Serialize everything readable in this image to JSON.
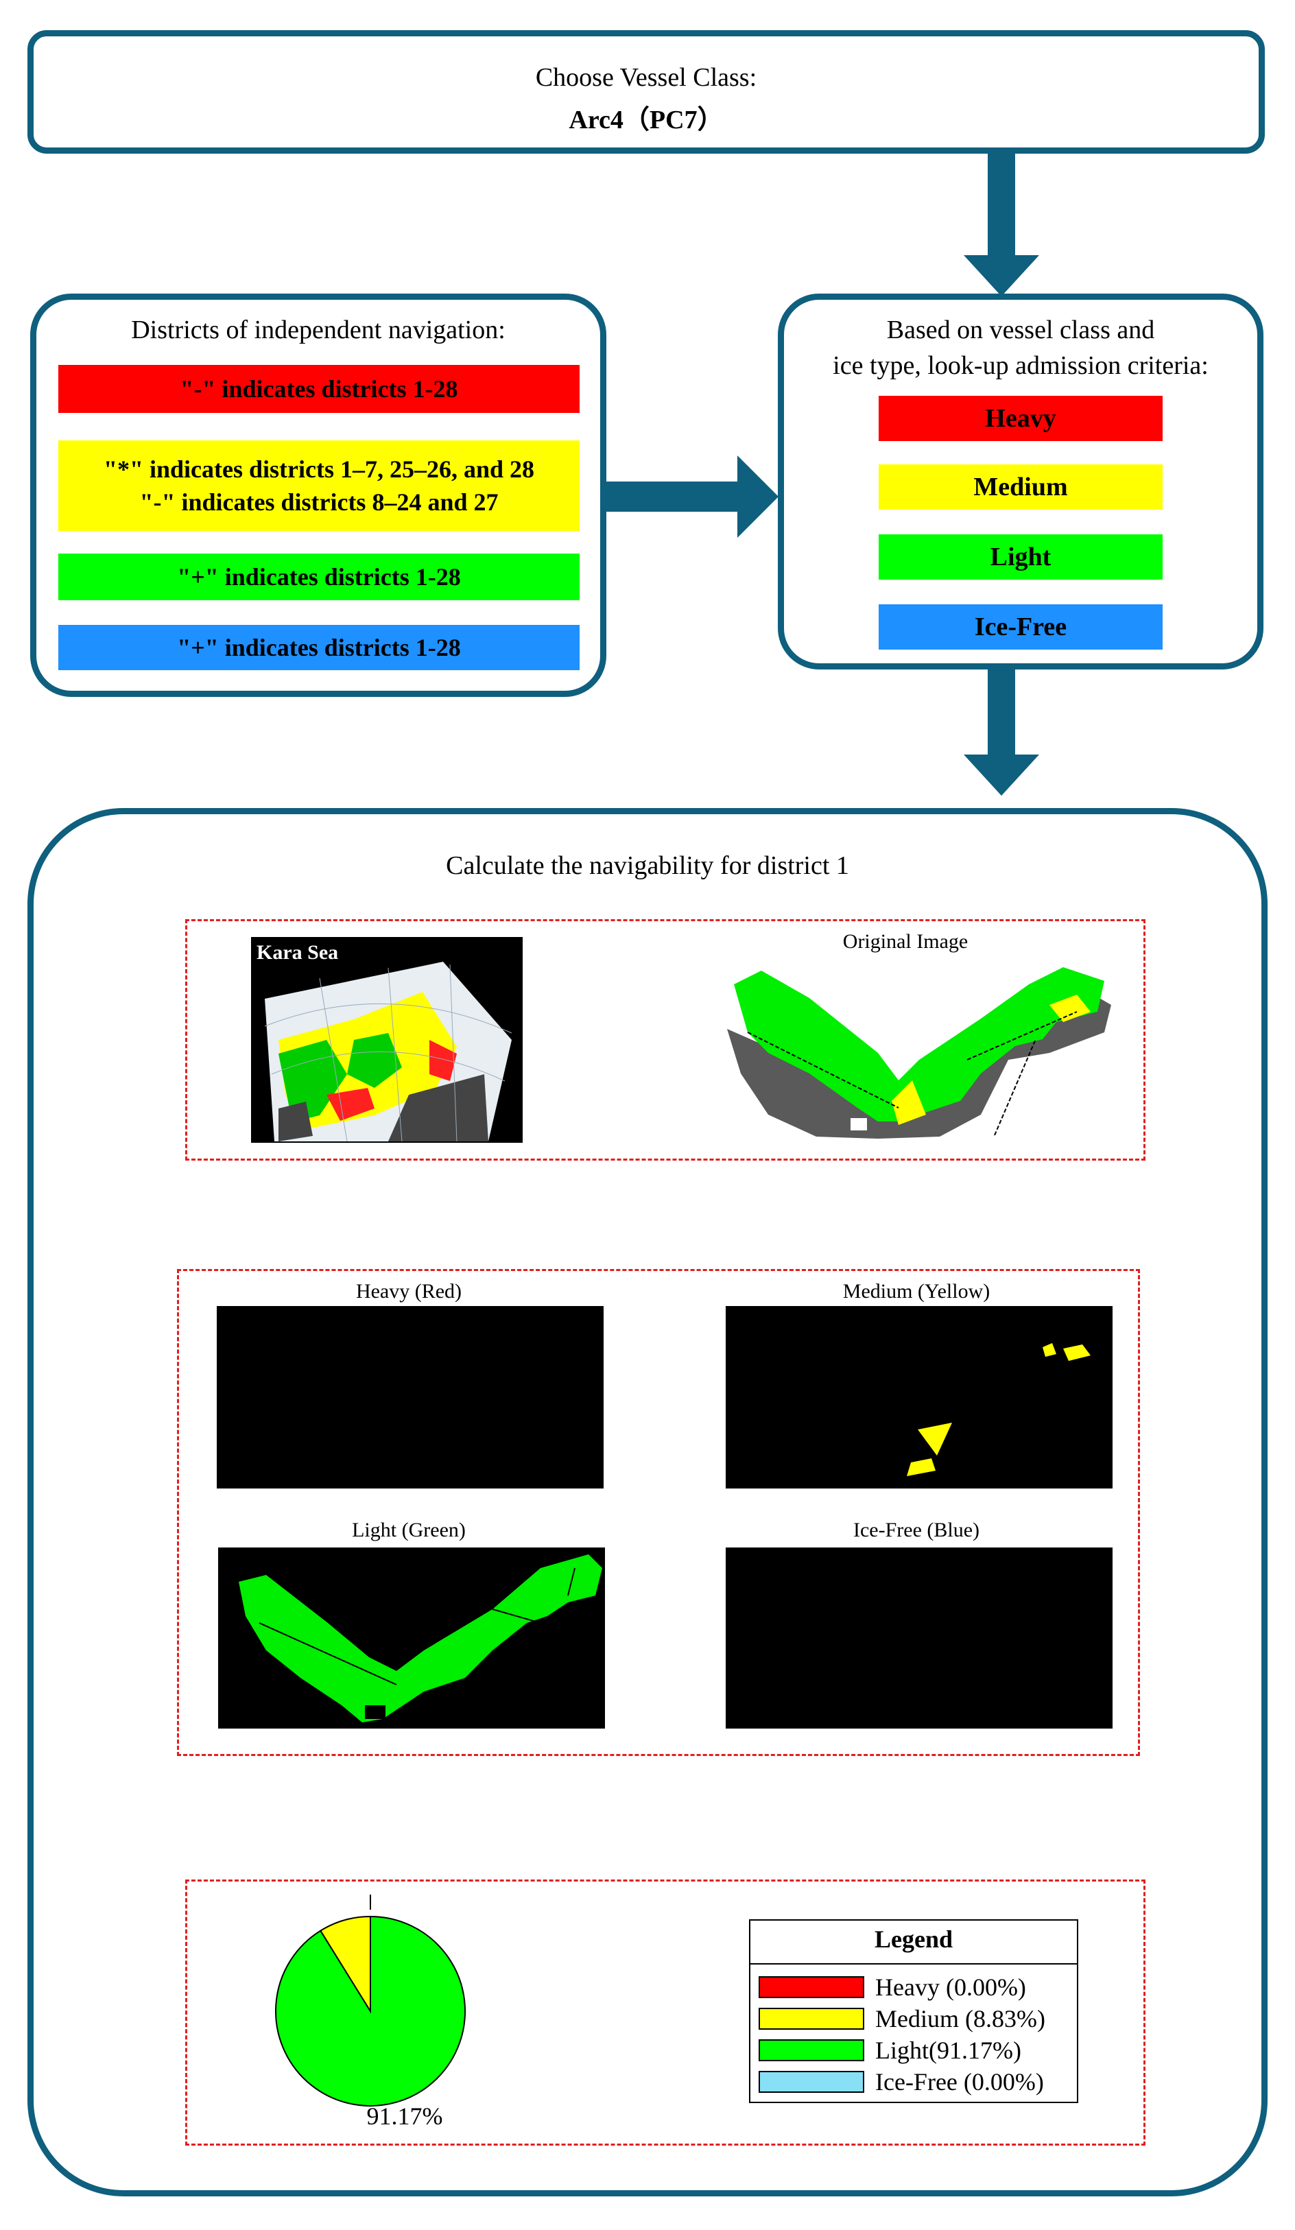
{
  "vessel_box": {
    "line1": "Choose Vessel Class:",
    "line2": "Arc4（PC7）"
  },
  "districts_box": {
    "title": "Districts of independent navigation:",
    "rows": [
      {
        "text": "\"-\" indicates districts 1-28",
        "color": "#ff0000"
      },
      {
        "text": "\"*\" indicates districts 1–7, 25–26, and 28",
        "text2": "\"-\" indicates districts 8–24 and 27",
        "color": "#ffff00"
      },
      {
        "text": "\"+\" indicates districts 1-28",
        "color": "#00ff00"
      },
      {
        "text": "\"+\" indicates districts 1-28",
        "color": "#1e90ff"
      }
    ]
  },
  "criteria_box": {
    "line1": "Based on vessel class and",
    "line2": "ice type, look-up admission criteria:",
    "items": [
      {
        "label": "Heavy",
        "color": "#ff0000"
      },
      {
        "label": "Medium",
        "color": "#ffff00"
      },
      {
        "label": "Light",
        "color": "#00ff00"
      },
      {
        "label": "Ice-Free",
        "color": "#1e90ff"
      }
    ]
  },
  "calc_box": {
    "title": "Calculate the navigability for district 1",
    "kara_label": "Kara Sea",
    "original_label": "Original Image",
    "panels": [
      "Heavy (Red)",
      "Medium (Yellow)",
      "Light (Green)",
      "Ice-Free (Blue)"
    ]
  },
  "chart_data": {
    "type": "pie",
    "slices": [
      {
        "label": "Heavy (0.00%)",
        "value": 0.0,
        "color": "#ff0000"
      },
      {
        "label": "Medium (8.83%)",
        "value": 8.83,
        "color": "#ffff00"
      },
      {
        "label": "Light(91.17%)",
        "value": 91.17,
        "color": "#00ff00"
      },
      {
        "label": "Ice-Free (0.00%)",
        "value": 0.0,
        "color": "#87e0f5"
      }
    ],
    "slice_label": "91.17%",
    "legend_title": "Legend",
    "legend_placement": "right"
  },
  "colors": {
    "accent": "#0f5f7e",
    "dash": "#e02020",
    "land": "#555555"
  }
}
